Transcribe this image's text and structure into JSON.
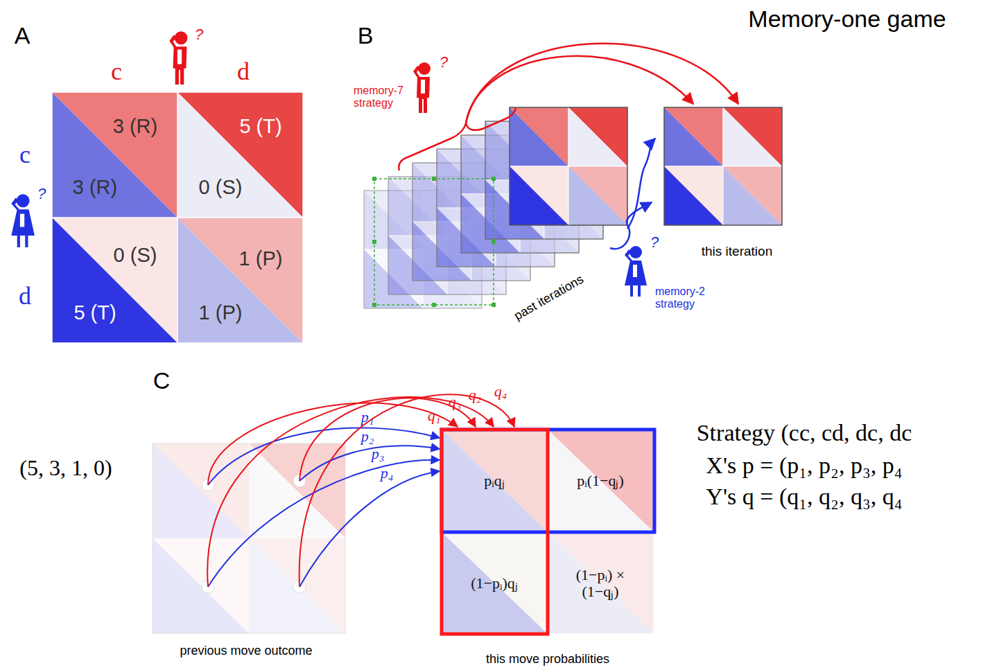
{
  "diagram": {
    "nodes": [
      {
        "text": [
          "3 (R)",
          "3 (R)"
        ]
      },
      {
        "text": [
          "5 (T)",
          "0 (S)"
        ]
      },
      {
        "text": [
          "0 (S)",
          "5 (T)"
        ]
      },
      {
        "text": [
          "1 (P)",
          "1 (P)"
        ]
      },
      {
        "text": [
          "pᵢqⱼ"
        ]
      },
      {
        "text": [
          "pᵢ(1−qⱼ)"
        ]
      },
      {
        "text": [
          "(1−pᵢ)qⱼ"
        ]
      },
      {
        "text": [
          "(1−pᵢ) × (1−qⱼ)"
        ]
      }
    ],
    "labels": [
      "Memory-one game",
      "A",
      "B",
      "C",
      "c",
      "d",
      "c",
      "d",
      "?",
      "?",
      "memory-7 strategy",
      "?",
      "past iterations",
      "this iteration",
      "memory-2 strategy",
      "?",
      "p₁",
      "p₂",
      "p₃",
      "p₄",
      "q₁",
      "q₃",
      "q₂",
      "q₄",
      "(5, 3, 1, 0)",
      "Strategy (cc, cd, dc, dc",
      "X's p = (p₁, p₂, p₃, p₄",
      "Y's q = (q₁, q₂, q₃, q₄",
      "previous move outcome",
      "this move probabilities"
    ]
  }
}
